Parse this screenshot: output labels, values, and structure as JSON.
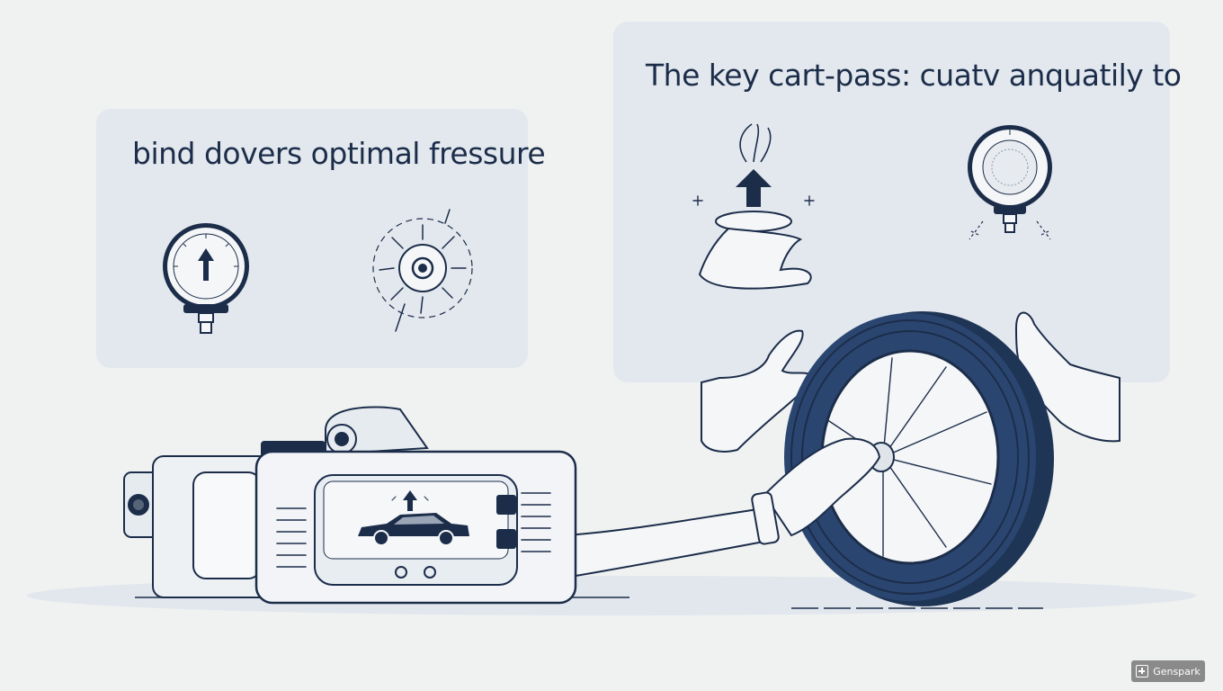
{
  "panels": {
    "left_caption": "bind dovers optimal fressure",
    "right_caption": "The key cart-pass: cuatv anquatily to"
  },
  "icons": {
    "pressure_gauge": "pressure-gauge-icon",
    "valve_burst": "valve-burst-icon",
    "hand_lift_arrow": "hand-lift-arrow-icon",
    "gauge_right": "pressure-gauge-icon",
    "inflator_device": "tire-inflator-icon",
    "car": "car-icon",
    "tire": "tire-icon",
    "hands": "hand-icon"
  },
  "colors": {
    "ink": "#1c2d4a",
    "panel": "#e3e8ee",
    "background": "#f0f2f1",
    "tire": "#1f3556"
  },
  "watermark": {
    "label": "Genspark"
  }
}
